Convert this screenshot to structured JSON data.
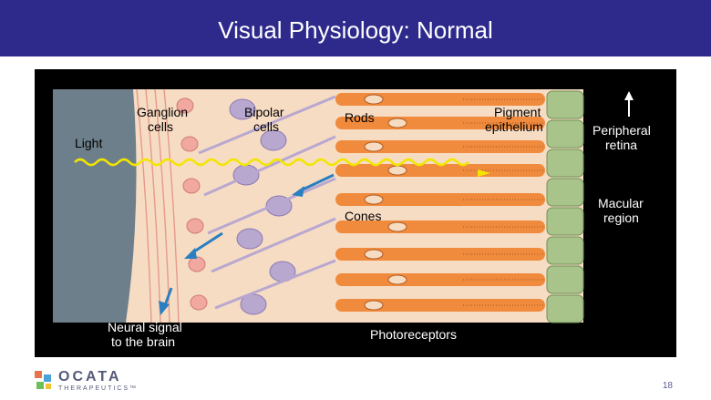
{
  "slide": {
    "title": "Visual Physiology: Normal",
    "page_number": "18"
  },
  "diagram": {
    "labels": {
      "ganglion_1": "Ganglion",
      "ganglion_2": "cells",
      "bipolar_1": "Bipolar",
      "bipolar_2": "cells",
      "rods": "Rods",
      "pigment_1": "Pigment",
      "pigment_2": "epithelium",
      "light": "Light",
      "peripheral_1": "Peripheral",
      "peripheral_2": "retina",
      "macular_1": "Macular",
      "macular_2": "region",
      "cones": "Cones",
      "neural_1": "Neural signal",
      "neural_2": "to the brain",
      "photoreceptors": "Photoreceptors"
    }
  },
  "logo": {
    "word": "OCATA",
    "sub": "THERAPEUTICS™"
  },
  "colors": {
    "header": "#2e2a8c",
    "tissue": "#f7dcc4",
    "vitreous": "#6d7f8a",
    "photoreceptor": "#f08a3c",
    "bipolar": "#b8a8d0",
    "ganglion": "#f0a8a0",
    "pigment": "#a8c48a",
    "light": "#f2e600",
    "signal": "#2a7fc0"
  }
}
